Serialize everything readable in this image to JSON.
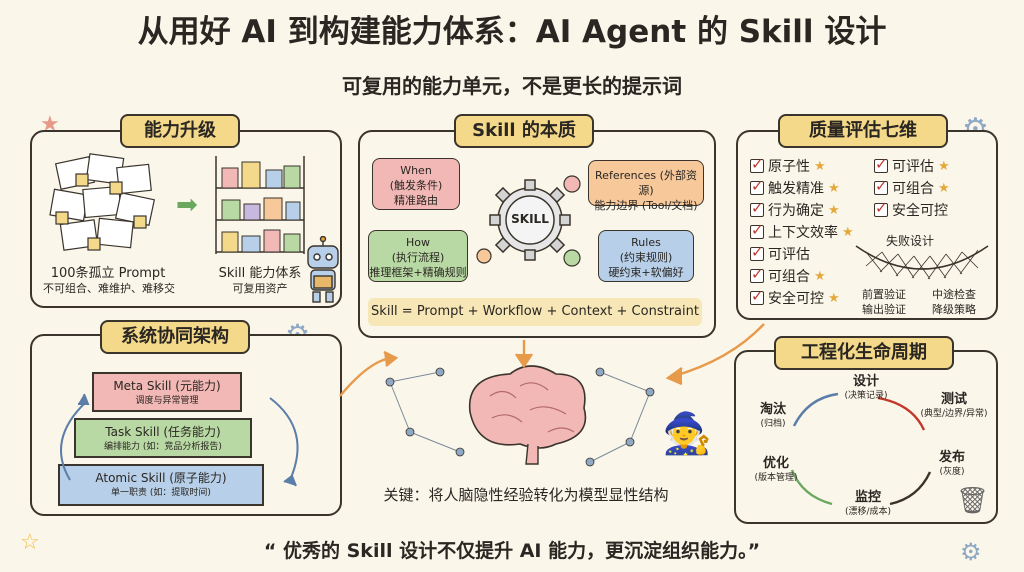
{
  "header": {
    "title": "从用好 AI 到构建能力体系：AI Agent 的 Skill 设计",
    "subtitle": "可复用的能力单元，不是更长的提示词"
  },
  "upgrade": {
    "tag": "能力升级",
    "left_label": "100条孤立 Prompt",
    "left_sub": "不可组合、难维护、难移交",
    "right_label": "Skill 能力体系",
    "right_sub": "可复用资产"
  },
  "essence": {
    "tag": "Skill 的本质",
    "when_title": "When",
    "when_sub": "(触发条件)",
    "when_desc": "精准路由",
    "ref_title": "References (外部资源)",
    "ref_desc": "能力边界 (Tool/文档)",
    "center": "SKILL",
    "how_title": "How",
    "how_sub": "(执行流程)",
    "how_desc": "推理框架+精确规则",
    "rules_title": "Rules",
    "rules_sub": "(约束规则)",
    "rules_desc": "硬约束+软偏好",
    "formula": "Skill = Prompt + Workflow + Context + Constraint"
  },
  "quality": {
    "tag": "质量评估七维",
    "left_items": [
      "原子性",
      "触发精准",
      "行为确定",
      "上下文效率",
      "可评估",
      "可组合",
      "安全可控"
    ],
    "right_items": [
      "可评估",
      "可组合",
      "安全可控"
    ],
    "net_label": "失败设计",
    "fail_items": [
      "前置验证",
      "中途检查",
      "输出验证",
      "降级策略"
    ]
  },
  "architecture": {
    "tag": "系统协同架构",
    "meta_title": "Meta Skill (元能力)",
    "meta_sub": "调度与异常管理",
    "task_title": "Task Skill (任务能力)",
    "task_sub": "编排能力 (如：竞品分析报告)",
    "atomic_title": "Atomic Skill (原子能力)",
    "atomic_sub": "单一职责 (如：提取时间)"
  },
  "center": {
    "key_text": "关键：将人脑隐性经验转化为模型显性结构"
  },
  "lifecycle": {
    "tag": "工程化生命周期",
    "design": "设计",
    "design_sub": "(决策记录)",
    "test": "测试",
    "test_sub": "(典型/边界/异常)",
    "release": "发布",
    "release_sub": "(灰度)",
    "monitor": "监控",
    "monitor_sub": "(漂移/成本)",
    "optimize": "优化",
    "optimize_sub": "(版本管理)",
    "retire": "淘汰",
    "retire_sub": "(归档)"
  },
  "footer": {
    "quote": "“ 优秀的 Skill 设计不仅提升 AI 能力，更沉淀组织能力。”"
  },
  "colors": {
    "tag": "#f5d98a",
    "pink": "#f2b8b5",
    "green": "#b9d9a4",
    "blue": "#b7cfe8",
    "orange": "#f6c89a",
    "purple": "#c7b8e0"
  }
}
